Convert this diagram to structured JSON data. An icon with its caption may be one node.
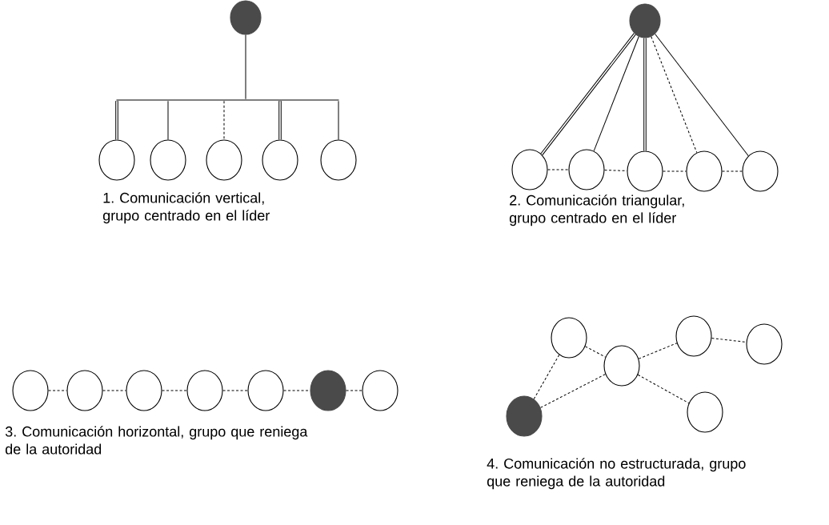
{
  "diagram": {
    "nodes": [
      {
        "text": [],
        "shape": "dot"
      },
      {
        "text": [],
        "shape": "circle"
      },
      {
        "text": [],
        "shape": "circle"
      },
      {
        "text": [],
        "shape": "circle"
      },
      {
        "text": [],
        "shape": "circle"
      },
      {
        "text": [],
        "shape": "circle"
      },
      {
        "text": [],
        "shape": "dot"
      },
      {
        "text": [],
        "shape": "circle"
      },
      {
        "text": [],
        "shape": "circle"
      },
      {
        "text": [],
        "shape": "circle"
      },
      {
        "text": [],
        "shape": "circle"
      },
      {
        "text": [],
        "shape": "circle"
      },
      {
        "text": [],
        "shape": "circle"
      },
      {
        "text": [],
        "shape": "circle"
      },
      {
        "text": [],
        "shape": "circle"
      },
      {
        "text": [],
        "shape": "circle"
      },
      {
        "text": [],
        "shape": "circle"
      },
      {
        "text": [],
        "shape": "dot"
      },
      {
        "text": [],
        "shape": "circle"
      },
      {
        "text": [],
        "shape": "circle"
      },
      {
        "text": [],
        "shape": "circle"
      },
      {
        "text": [],
        "shape": "circle"
      },
      {
        "text": [],
        "shape": "circle"
      },
      {
        "text": [],
        "shape": "circle"
      },
      {
        "text": [],
        "shape": "dot"
      },
      {
        "text": [],
        "shape": "bar"
      }
    ],
    "edges": [
      {
        "from": 25,
        "to": 1,
        "arrow": "none",
        "style": "thick"
      },
      {
        "from": 25,
        "to": 2,
        "arrow": "none"
      },
      {
        "from": 25,
        "to": 3,
        "arrow": "none",
        "style": "dashed"
      },
      {
        "from": 25,
        "to": 4,
        "arrow": "none",
        "style": "thick"
      },
      {
        "from": 25,
        "to": 5,
        "arrow": "none"
      },
      {
        "from": 6,
        "to": 7,
        "arrow": "none",
        "style": "thick"
      },
      {
        "from": 6,
        "to": 8,
        "arrow": "none"
      },
      {
        "from": 6,
        "to": 9,
        "arrow": "none",
        "style": "thick"
      },
      {
        "from": 6,
        "to": 10,
        "arrow": "none",
        "style": "dashed"
      },
      {
        "from": 6,
        "to": 11,
        "arrow": "none"
      },
      {
        "from": 7,
        "to": 8,
        "arrow": "none",
        "style": "dashed"
      },
      {
        "from": 8,
        "to": 9,
        "arrow": "none",
        "style": "dashed"
      },
      {
        "from": 9,
        "to": 10,
        "arrow": "none",
        "style": "dashed"
      },
      {
        "from": 10,
        "to": 11,
        "arrow": "none",
        "style": "dashed"
      },
      {
        "from": 12,
        "to": 13,
        "arrow": "none",
        "style": "dashed"
      },
      {
        "from": 13,
        "to": 14,
        "arrow": "none",
        "style": "dashed"
      },
      {
        "from": 14,
        "to": 15,
        "arrow": "none",
        "style": "dashed"
      },
      {
        "from": 15,
        "to": 16,
        "arrow": "none",
        "style": "dashed"
      },
      {
        "from": 16,
        "to": 17,
        "arrow": "none",
        "style": "dashed"
      },
      {
        "from": 17,
        "to": 18,
        "arrow": "none",
        "style": "dashed"
      },
      {
        "from": 19,
        "to": 20,
        "arrow": "none",
        "style": "dashed"
      },
      {
        "from": 20,
        "to": 21,
        "arrow": "none",
        "style": "dashed"
      },
      {
        "from": 21,
        "to": 22,
        "arrow": "none",
        "style": "dashed"
      },
      {
        "from": 20,
        "to": 23,
        "arrow": "none",
        "style": "dashed"
      },
      {
        "from": 24,
        "to": 19,
        "arrow": "none",
        "style": "dashed"
      },
      {
        "from": 24,
        "to": 20,
        "arrow": "none",
        "style": "dashed"
      },
      {
        "from": 0,
        "to": 25,
        "arrow": "none"
      }
    ],
    "labels": [
      "1. Comunicación vertical, grupo centrado en el líder",
      "2. Comunicación triangular, grupo centrado en el líder",
      "3. Comunicación horizontal, grupo que reniega de la autoridad",
      "4. Comunicación no estructurada, grupo que reniega de la autoridad"
    ]
  }
}
